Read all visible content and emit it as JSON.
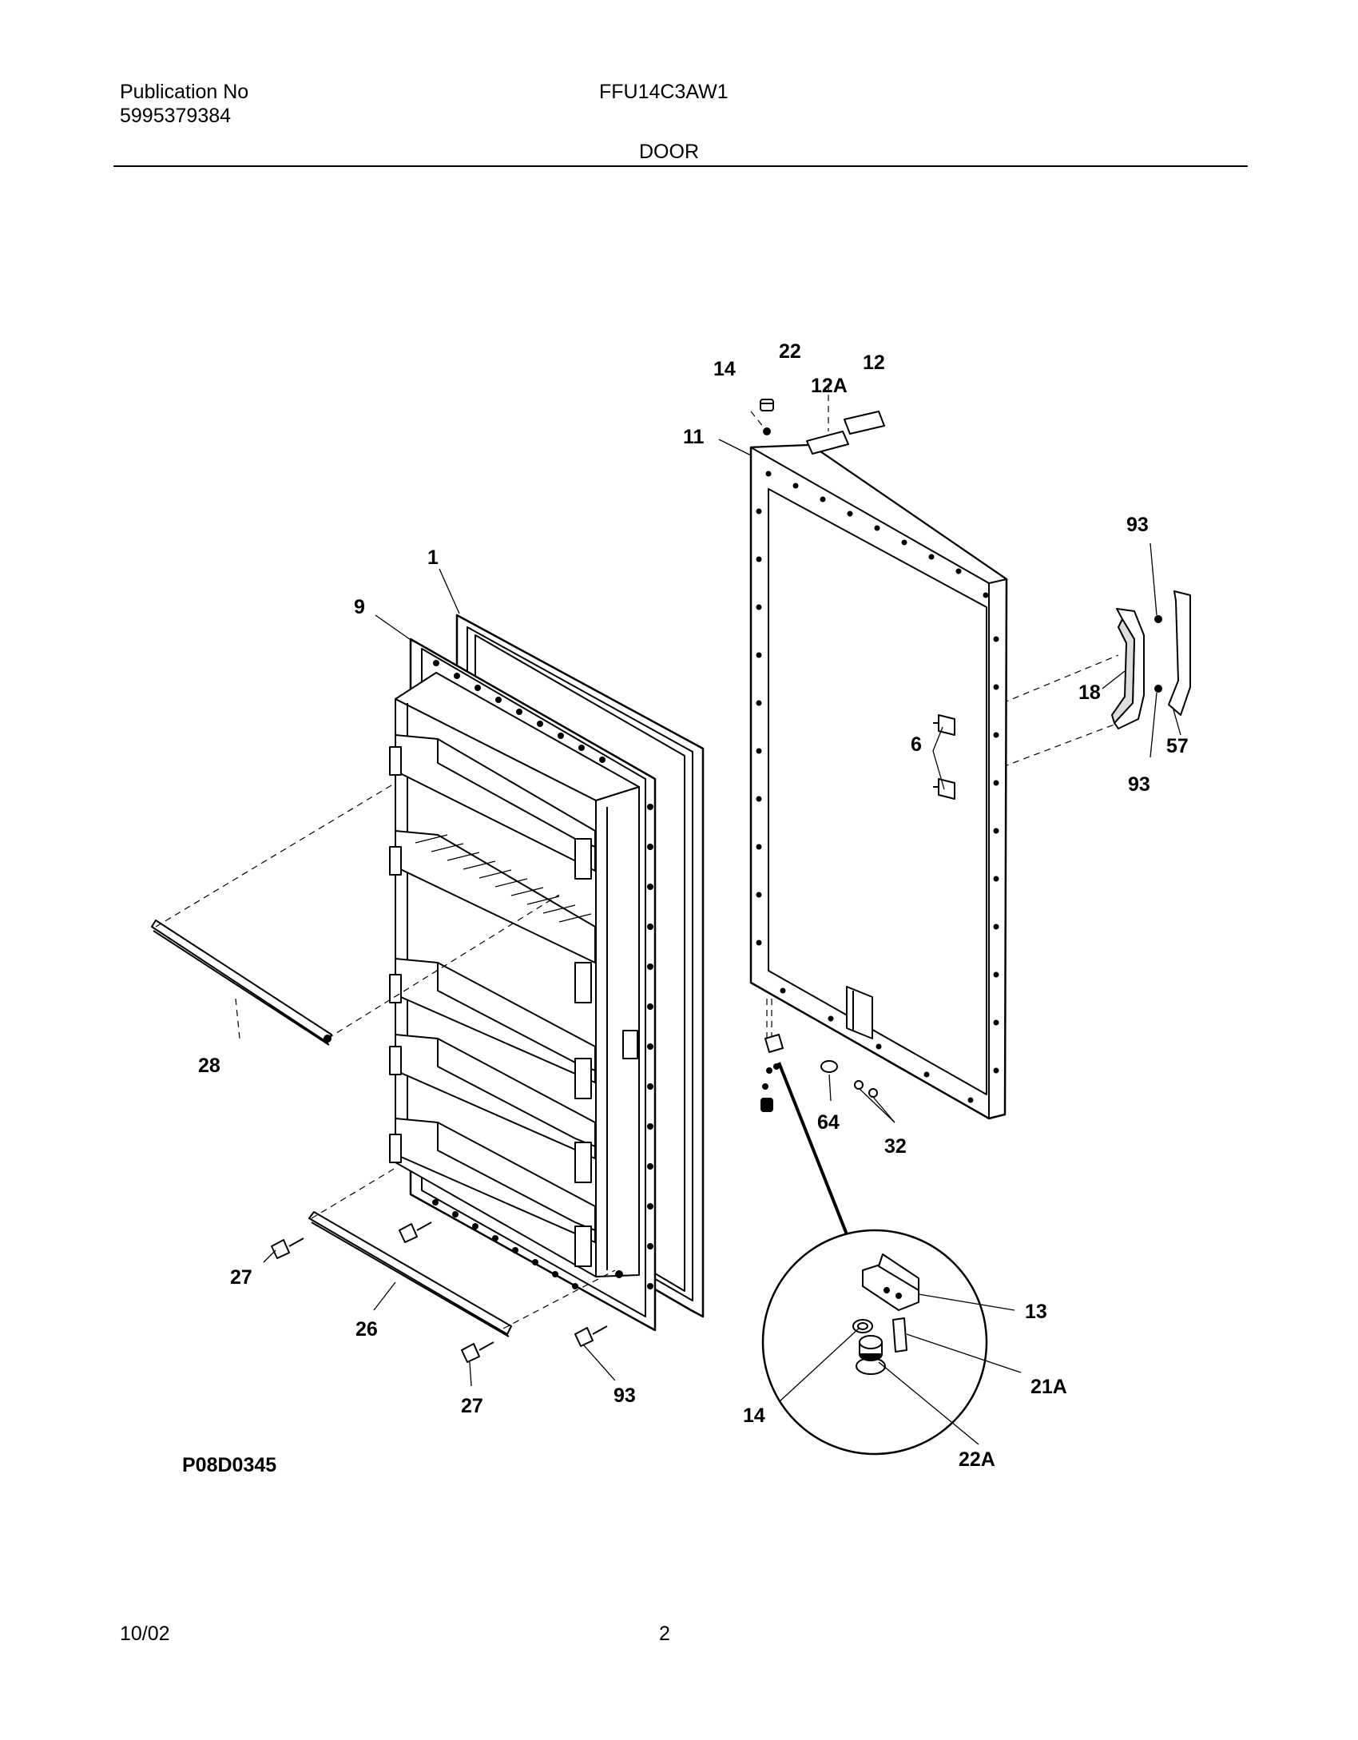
{
  "header": {
    "publication_label": "Publication No",
    "publication_number": "5995379384",
    "model": "FFU14C3AW1",
    "section": "DOOR"
  },
  "diagram": {
    "drawing_id": "P08D0345",
    "callouts": [
      {
        "key": "c1",
        "label": "1"
      },
      {
        "key": "c9",
        "label": "9"
      },
      {
        "key": "c28",
        "label": "28"
      },
      {
        "key": "c27a",
        "label": "27"
      },
      {
        "key": "c26",
        "label": "26"
      },
      {
        "key": "c27b",
        "label": "27"
      },
      {
        "key": "c93a",
        "label": "93"
      },
      {
        "key": "c14a",
        "label": "14"
      },
      {
        "key": "c22",
        "label": "22"
      },
      {
        "key": "c12a",
        "label": "12A"
      },
      {
        "key": "c12",
        "label": "12"
      },
      {
        "key": "c11",
        "label": "11"
      },
      {
        "key": "c93b",
        "label": "93"
      },
      {
        "key": "c18",
        "label": "18"
      },
      {
        "key": "c6",
        "label": "6"
      },
      {
        "key": "c57",
        "label": "57"
      },
      {
        "key": "c93c",
        "label": "93"
      },
      {
        "key": "c64",
        "label": "64"
      },
      {
        "key": "c32",
        "label": "32"
      },
      {
        "key": "c13",
        "label": "13"
      },
      {
        "key": "c21a",
        "label": "21A"
      },
      {
        "key": "c14b",
        "label": "14"
      },
      {
        "key": "c22a",
        "label": "22A"
      }
    ]
  },
  "footer": {
    "date": "10/02",
    "page": "2"
  }
}
